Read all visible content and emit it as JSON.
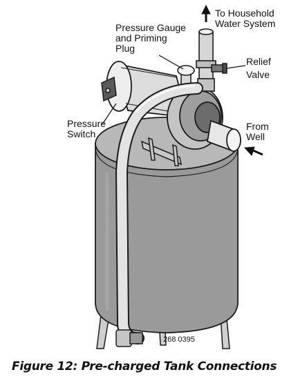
{
  "labels": {
    "household": "To Household\nWater System",
    "gauge": "Pressure Gauge\nand Priming\nPlug",
    "relief": "Relief\nValve",
    "switch": "Pressure\nSwitch",
    "well": "From\nWell"
  },
  "drawing_number": "268 0395",
  "caption": "Figure  12: Pre-charged Tank Connections",
  "colors": {
    "tank": "#9a9a9a",
    "tank_top": "#b8b8b8",
    "pipe": "#d9d9d9",
    "outline": "#1a1a1a"
  }
}
